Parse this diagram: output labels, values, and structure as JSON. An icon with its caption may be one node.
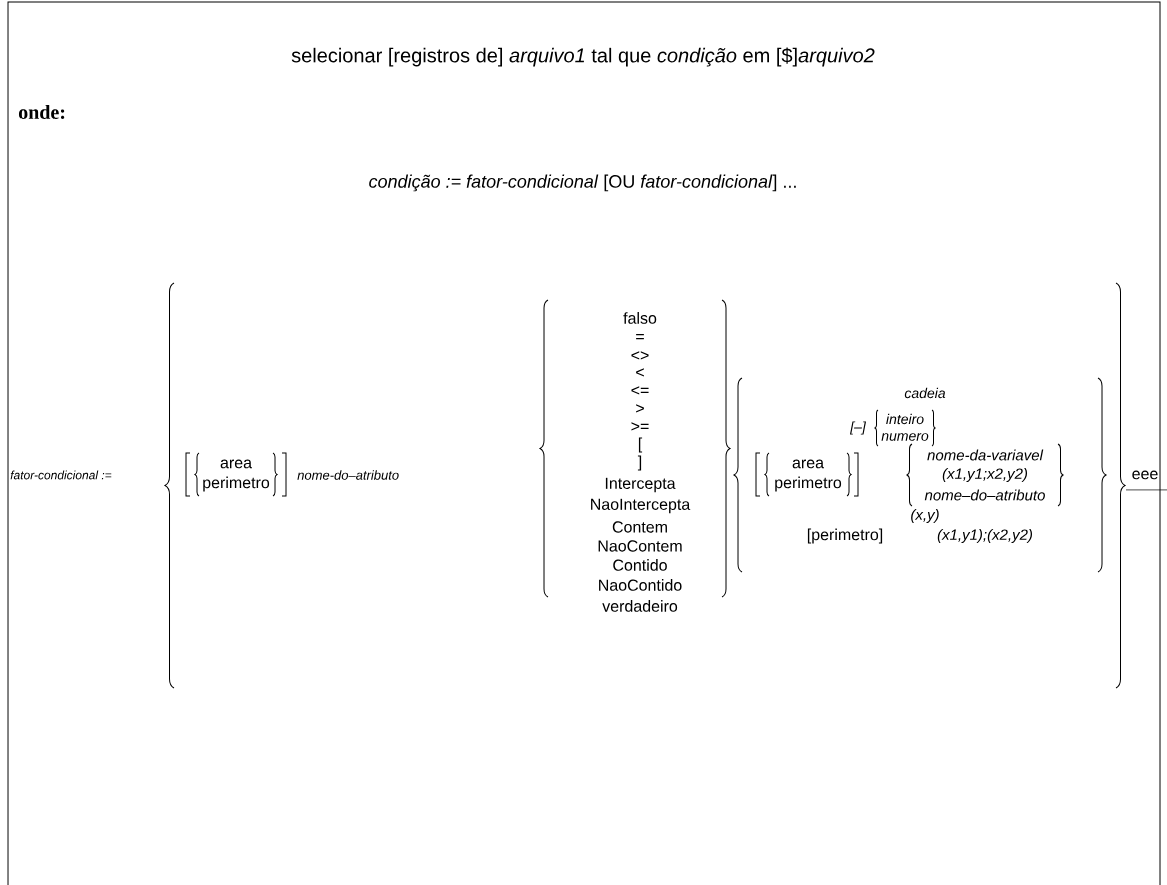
{
  "diagram": {
    "labels": [
      "selecionar [registros de] *arquivo1* tal que *condição* em [$]*arquivo2*",
      "onde:",
      "*condição := fator-condicional* [OU *fator-condicional*] ...",
      "fator-condicional :=",
      "area",
      "perimetro",
      "nome-do–atributo",
      "falso",
      "=",
      "<>",
      "<",
      "<=",
      ">",
      ">=",
      "[",
      "]",
      "Intercepta",
      "NaoIntercepta",
      "Contem",
      "NaoContem",
      "Contido",
      "NaoContido",
      "verdadeiro",
      "cadeia",
      "[–]",
      "inteiro",
      "numero",
      "area",
      "perimetro",
      "nome-da-variavel",
      "(x1,y1;x2,y2)",
      "nome–do–atributo",
      "(x,y)",
      "[perimetro]",
      "(x1,y1);(x2,y2)",
      "eee"
    ]
  }
}
